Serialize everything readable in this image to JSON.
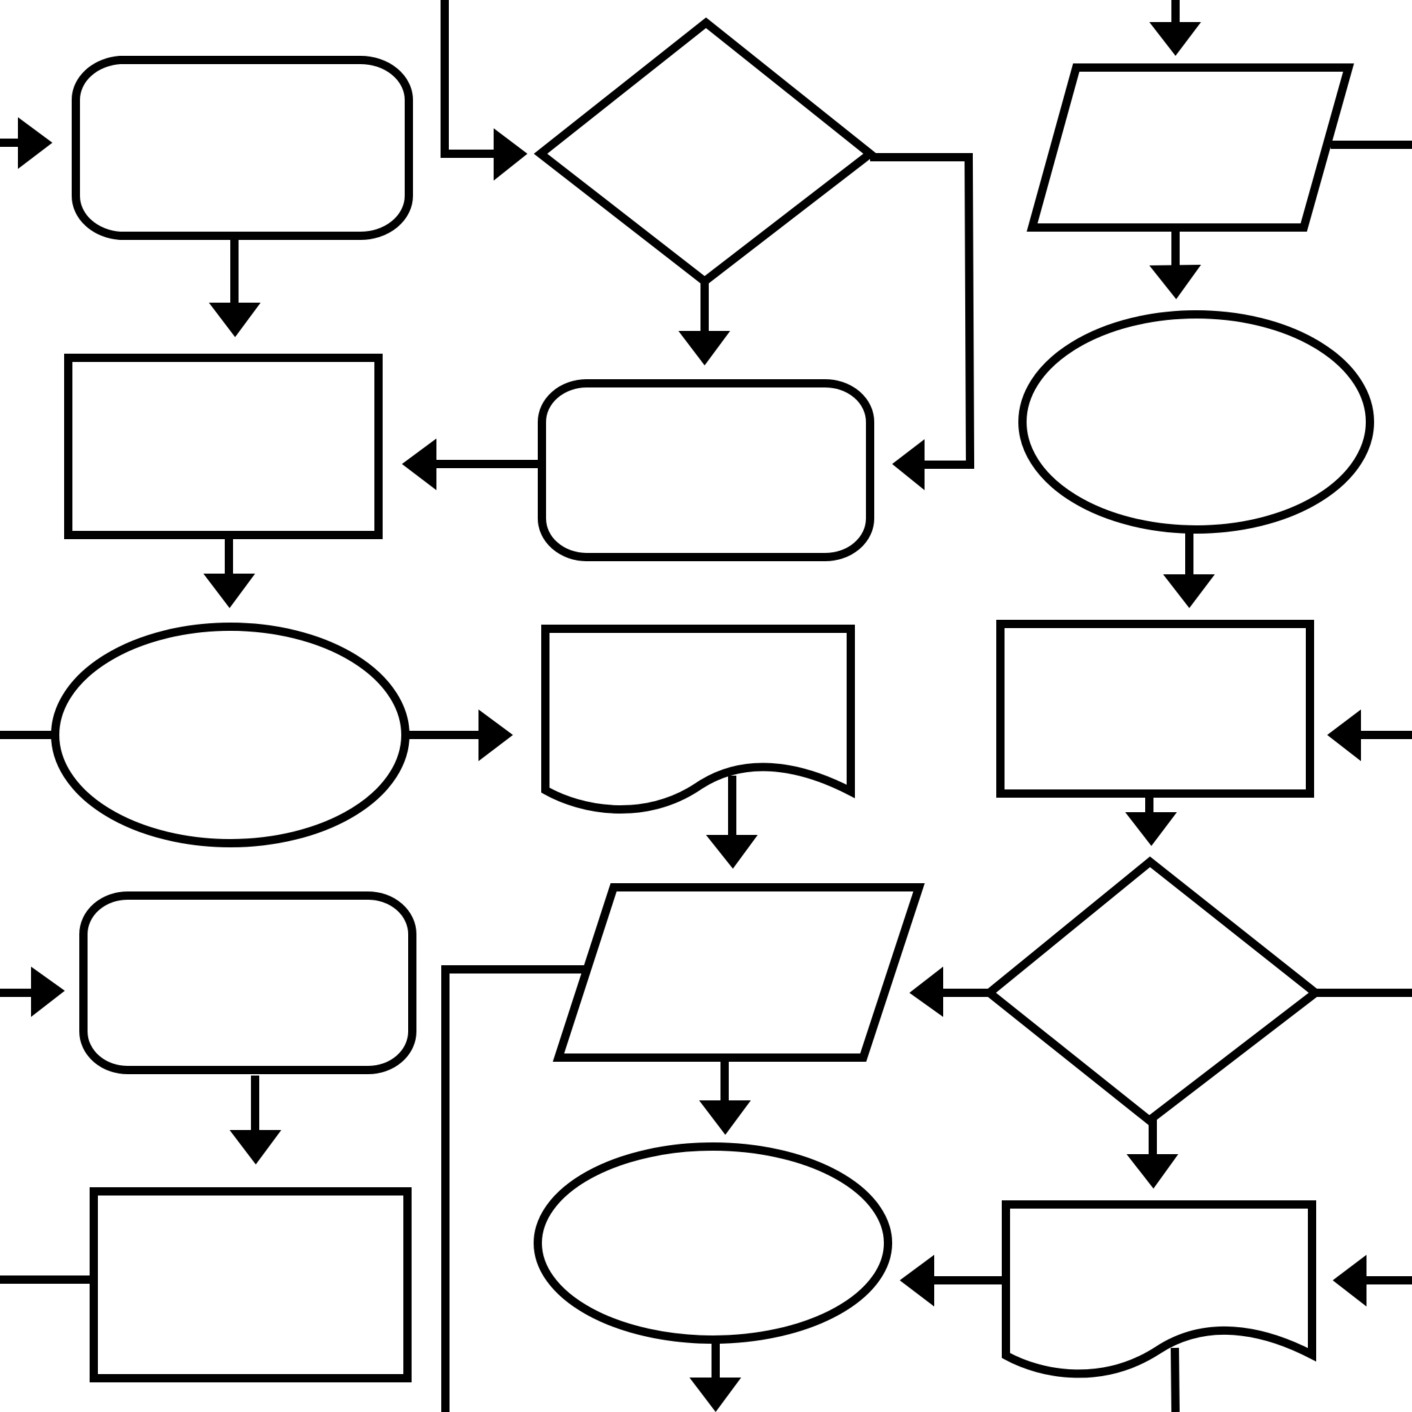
{
  "diagram": {
    "type": "flowchart-template",
    "colors": {
      "background": "#ffffff",
      "stroke": "#000000"
    },
    "nodes": [
      {
        "id": "n1",
        "shape": "rounded-rectangle",
        "label": ""
      },
      {
        "id": "n2",
        "shape": "diamond",
        "label": ""
      },
      {
        "id": "n3",
        "shape": "parallelogram",
        "label": ""
      },
      {
        "id": "n4",
        "shape": "rectangle",
        "label": ""
      },
      {
        "id": "n5",
        "shape": "rounded-rectangle",
        "label": ""
      },
      {
        "id": "n6",
        "shape": "ellipse",
        "label": ""
      },
      {
        "id": "n7",
        "shape": "ellipse",
        "label": ""
      },
      {
        "id": "n8",
        "shape": "document",
        "label": ""
      },
      {
        "id": "n9",
        "shape": "rectangle",
        "label": ""
      },
      {
        "id": "n10",
        "shape": "rounded-rectangle",
        "label": ""
      },
      {
        "id": "n11",
        "shape": "parallelogram",
        "label": ""
      },
      {
        "id": "n12",
        "shape": "diamond",
        "label": ""
      },
      {
        "id": "n13",
        "shape": "rectangle",
        "label": ""
      },
      {
        "id": "n14",
        "shape": "ellipse",
        "label": ""
      },
      {
        "id": "n15",
        "shape": "document",
        "label": ""
      }
    ],
    "edges": [
      {
        "from": "offpage-left",
        "to": "n1"
      },
      {
        "from": "n1",
        "to": "n4"
      },
      {
        "from": "offpage-top",
        "to": "n2"
      },
      {
        "from": "n2",
        "to": "n5"
      },
      {
        "from": "n2",
        "to": "n5"
      },
      {
        "from": "offpage-top",
        "to": "n3"
      },
      {
        "from": "n3",
        "to": "offpage-right"
      },
      {
        "from": "n3",
        "to": "n6"
      },
      {
        "from": "n5",
        "to": "n4"
      },
      {
        "from": "n4",
        "to": "n7"
      },
      {
        "from": "offpage-left",
        "to": "n7"
      },
      {
        "from": "n7",
        "to": "n8"
      },
      {
        "from": "n6",
        "to": "n9"
      },
      {
        "from": "offpage-right",
        "to": "n9"
      },
      {
        "from": "n8",
        "to": "n11"
      },
      {
        "from": "n9",
        "to": "n12"
      },
      {
        "from": "offpage-left",
        "to": "n10"
      },
      {
        "from": "n10",
        "to": "n13"
      },
      {
        "from": "n11",
        "to": "offpage-bottom"
      },
      {
        "from": "n12",
        "to": "n11"
      },
      {
        "from": "n12",
        "to": "offpage-right"
      },
      {
        "from": "n11",
        "to": "n14"
      },
      {
        "from": "n12",
        "to": "n15"
      },
      {
        "from": "offpage-left",
        "to": "n13"
      },
      {
        "from": "n15",
        "to": "n14"
      },
      {
        "from": "offpage-right",
        "to": "n15"
      },
      {
        "from": "n14",
        "to": "offpage-bottom"
      },
      {
        "from": "n15",
        "to": "offpage-bottom"
      }
    ]
  }
}
